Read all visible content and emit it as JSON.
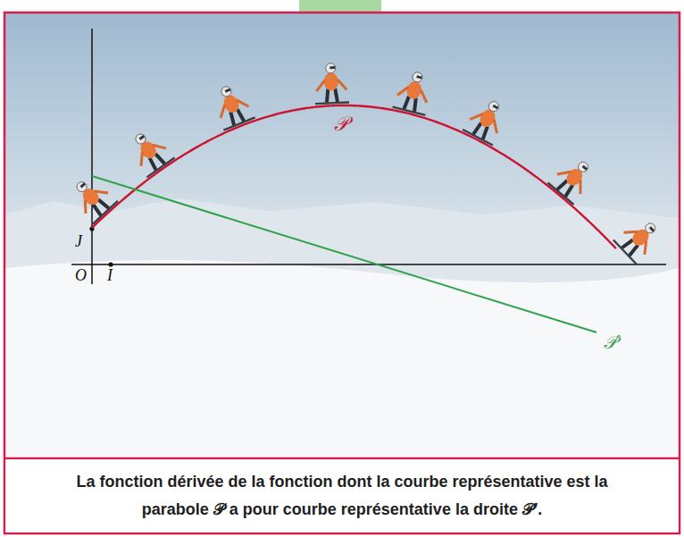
{
  "diagram": {
    "caption": "La fonction dérivée de la fonction dont la courbe représentative est la parabole 𝒫 a pour courbe représentative la droite 𝒫′.",
    "labels": [
      "𝒫",
      "J",
      "O",
      "I",
      "𝒫′"
    ]
  }
}
